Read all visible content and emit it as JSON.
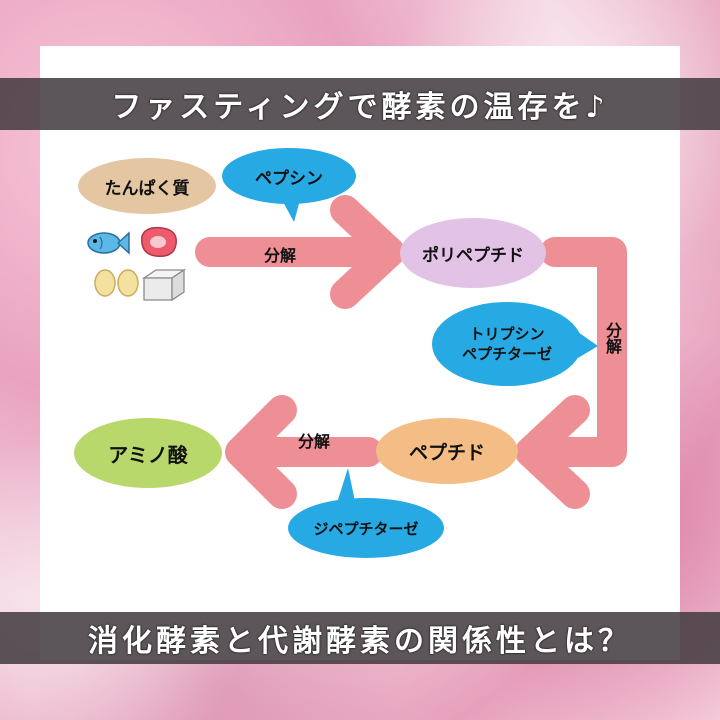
{
  "banner_top": "ファスティングで酵素の温存を♪",
  "banner_bottom": "消化酵素と代謝酵素の関係性とは？",
  "nodes": {
    "protein": "たんぱく質",
    "polypeptide": "ポリペプチド",
    "peptide": "ペプチド",
    "amino_acid": "アミノ酸"
  },
  "enzymes": {
    "pepsin": "ペプシン",
    "trypsin_line1": "トリプシン",
    "trypsin_line2": "ペプチターゼ",
    "dipeptidase": "ジペプチターゼ"
  },
  "edges": {
    "decompose_1": "分解",
    "decompose_2": "分解",
    "decompose_3": "分解"
  },
  "colors": {
    "arrow": "#ee8f96",
    "enzyme_bubble": "#27a9e4",
    "protein_node": "#e4c6a3",
    "polypeptide_node": "#e2c3e6",
    "peptide_node": "#f4bd85",
    "amino_acid_node": "#b9d86c"
  },
  "icons": [
    "fish-icon",
    "meat-icon",
    "eggs-icon",
    "tofu-icon"
  ]
}
